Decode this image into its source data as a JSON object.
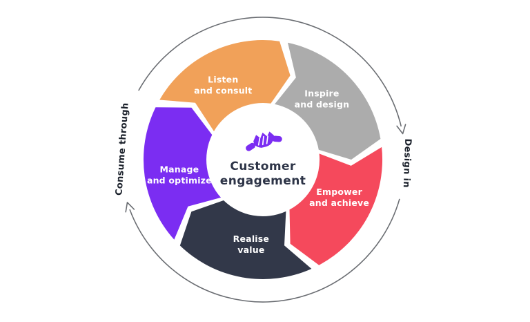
{
  "diagram": {
    "type": "cycle",
    "direction": "clockwise",
    "segment_count": 5
  },
  "center": {
    "line1": "Customer",
    "line2": "engagement",
    "icon": "handshake-icon",
    "icon_color": "#7B2DF2",
    "text_color": "#2D3447"
  },
  "segments": [
    {
      "name": "listen-and-consult",
      "line1": "Listen",
      "line2": "and consult",
      "color": "#F1A159"
    },
    {
      "name": "inspire-and-design",
      "line1": "Inspire",
      "line2": "and design",
      "color": "#ACACAC"
    },
    {
      "name": "empower-and-achieve",
      "line1": "Empower",
      "line2": "and achieve",
      "color": "#F5495C"
    },
    {
      "name": "realise-value",
      "line1": "Realise",
      "line2": "value",
      "color": "#323849"
    },
    {
      "name": "manage-and-optimize",
      "line1": "Manage",
      "line2": "and optimize",
      "color": "#7B2DF2"
    }
  ],
  "label_text_color": "#FFFFFF",
  "outer_labels": {
    "left": "Consume through",
    "right": "Design in",
    "color": "#1B212B"
  },
  "arrows": {
    "color": "#6A6D72"
  },
  "background": "#FFFFFF"
}
